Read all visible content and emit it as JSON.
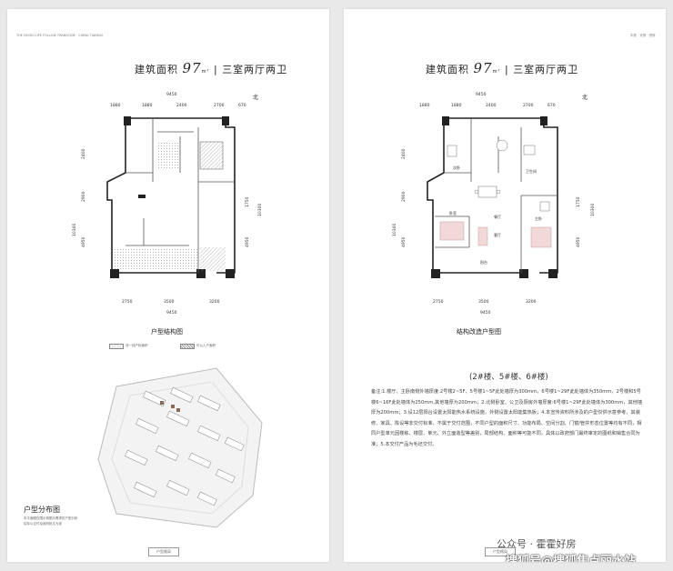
{
  "left_page": {
    "tiny_header_left": "THE DOOKI LIFE FOLLOW TRANSCIDE · CHINA TIANHAI",
    "headline": {
      "prefix": "建筑面积",
      "area": "97",
      "unit": "m²",
      "divider": "|",
      "suffix": "三室两厅两卫"
    },
    "north_label": "北",
    "top_total_dim": "9450",
    "top_dims": [
      "1880",
      "1880",
      "2400",
      "2700",
      "670"
    ],
    "left_dims": [
      "2400",
      "2900",
      "4950"
    ],
    "left_total_dim": "10300",
    "right_dims": [
      "1750"
    ],
    "right_total_dim": "10300",
    "right_bottom_dim": "4950",
    "bottom_dims": [
      "2750",
      "3500",
      "3200"
    ],
    "bottom_total_dim": "9450",
    "plan_caption": "户型结构图",
    "legend": [
      {
        "text": "非一线产权面积"
      },
      {
        "text": "可以入户面积"
      }
    ],
    "map_caption": "户型分布图",
    "map_note_1": "本平面图仅限示例图示需求供户型分析",
    "map_note_2": "实际以交付及政府批文为准",
    "footer_tab": "户型格局"
  },
  "right_page": {
    "tiny_header_right": "中铁 · 天府 · 悦府",
    "headline": {
      "prefix": "建筑面积",
      "area": "97",
      "unit": "m²",
      "divider": "|",
      "suffix": "三室两厅两卫"
    },
    "north_label": "北",
    "top_total_dim": "9450",
    "top_dims": [
      "1880",
      "1880",
      "2400",
      "2700",
      "670"
    ],
    "left_dims": [
      "2400",
      "2900",
      "4950"
    ],
    "left_total_dim": "10300",
    "right_dims": [
      "1750"
    ],
    "right_total_dim": "10300",
    "right_bottom_dim": "4950",
    "bottom_dims": [
      "2750",
      "3500",
      "3200"
    ],
    "bottom_total_dim": "9450",
    "rooms": {
      "bedroom_1": "卧室",
      "bedroom_2": "次卧",
      "master": "主卧",
      "dining": "餐厅",
      "living": "客厅",
      "balcony": "阳台",
      "bath": "卫生间"
    },
    "plan_caption": "结构改造户型图",
    "buildings": "(2#楼、5#楼、6#楼)",
    "notes": "备注:1.楼厅、主卧南侧外墙厚度:2号楼2~5F、5号楼1~5F此处墙厚为300mm，6号楼1~29F此处墙体为350mm，2号楼和5号楼6~16F此处墙体为250mm,其他墙厚为200mm；2.北侧卧室、公卫及厨房外墙厚度:6号楼1~29F此处墙体为300mm，其他墙厚为200mm；3.设12层阳台设置太阳能热水系统设施，外侧设置太阳能集热板；4.本宣传资料所涉及的户型仅供示意参考，其装修、家具、陈设等非交付标准，不属于交付范围，不同户型的面积尺寸、功能布局、空间分割、门窗/管井形态位置等均有不同，相同户型单元因楼栋、楼层、单元、外立面造型等差别，局部结构、面积等可能不同，具体以政府部门最终审定的图纸和销售合同为准；5.本交付产品为毛坯交付。",
    "footer_tab": "户型格局",
    "watermark_top": "公众号 · 霍霍好房",
    "watermark_bottom": "搜狐号@搜狐焦点丽水站"
  }
}
